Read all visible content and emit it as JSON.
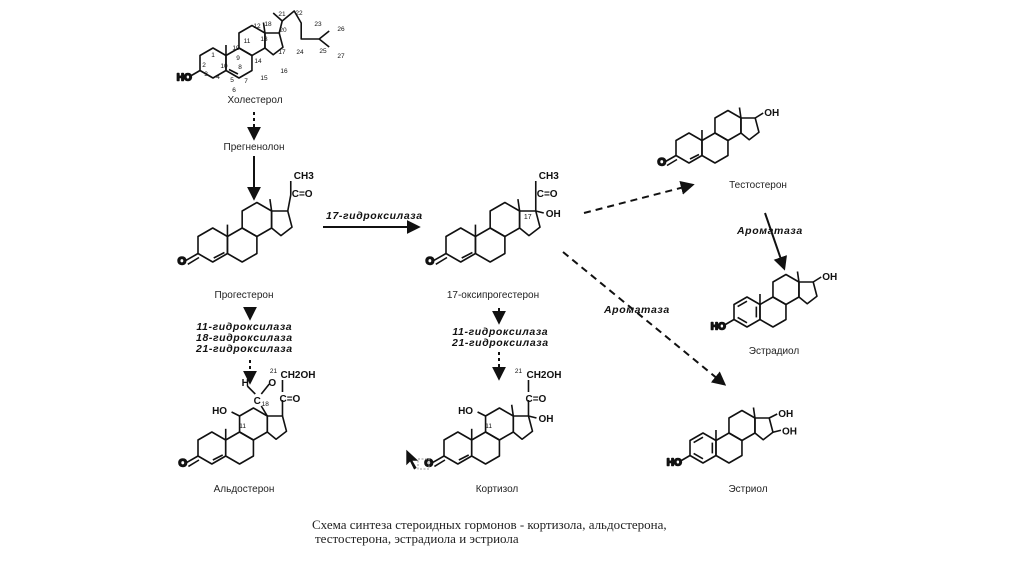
{
  "diagram": {
    "title_caption": {
      "line1": "Схема синтеза стероидных гормонов - кортизола, альдостерона,",
      "line2": "тестостерона, эстрадиола и эстриола"
    },
    "compounds": {
      "cholesterol": {
        "name": "Холестерол",
        "substituents": [
          "HO"
        ],
        "atom_numbers": [
          "1",
          "2",
          "3",
          "4",
          "5",
          "6",
          "7",
          "8",
          "9",
          "10",
          "11",
          "12",
          "13",
          "14",
          "15",
          "16",
          "17",
          "18",
          "19",
          "20",
          "21",
          "22",
          "23",
          "24",
          "25",
          "26",
          "27"
        ]
      },
      "pregnenolone": {
        "name": "Прегненолон"
      },
      "progesterone": {
        "name": "Прогестерон",
        "substituents": [
          "CH3",
          "C=O",
          "O"
        ]
      },
      "oxyprogesterone": {
        "name": "17-оксипрогестерон",
        "substituents": [
          "CH3",
          "C=O",
          "OH",
          "O"
        ],
        "atom_label": "17"
      },
      "testosterone": {
        "name": "Тестостерон",
        "substituents": [
          "OH",
          "O"
        ]
      },
      "estradiol": {
        "name": "Эстрадиол",
        "substituents": [
          "OH",
          "HO"
        ]
      },
      "estriol": {
        "name": "Эстриол",
        "substituents": [
          "OH",
          "OH",
          "HO"
        ]
      },
      "aldosterone": {
        "name": "Альдостерон",
        "substituents": [
          "CH2OH",
          "C=O",
          "HO",
          "H",
          "O",
          "O"
        ],
        "atom_labels": [
          "21",
          "18",
          "11"
        ]
      },
      "cortisol": {
        "name": "Кортизол",
        "substituents": [
          "CH2OH",
          "C=O",
          "HO",
          "OH",
          "O"
        ],
        "atom_labels": [
          "21",
          "11"
        ]
      }
    },
    "enzymes": {
      "hydroxylase17": "17-гидроксилаза",
      "aldo_enzymes": [
        "11-гидроксилаза",
        "18-гидроксилаза",
        "21-гидроксилаза"
      ],
      "cort_enzymes": [
        "11-гидроксилаза",
        "21-гидроксилаза"
      ],
      "aromatase_1": "Ароматаза",
      "aromatase_2": "Ароматаза"
    },
    "arrows": [
      {
        "from": "cholesterol",
        "to": "pregnenolone",
        "style": "dotted"
      },
      {
        "from": "pregnenolone",
        "to": "progesterone",
        "style": "solid"
      },
      {
        "from": "progesterone",
        "to": "oxyprogesterone",
        "style": "solid",
        "enzyme": "17-гидроксилаза"
      },
      {
        "from": "progesterone",
        "to": "aldosterone",
        "style": "dotted"
      },
      {
        "from": "oxyprogesterone",
        "to": "cortisol",
        "style": "dotted"
      },
      {
        "from": "oxyprogesterone",
        "to": "testosterone",
        "style": "dashed"
      },
      {
        "from": "oxyprogesterone",
        "to": "estriol",
        "style": "dashed",
        "enzyme": "Ароматаза"
      },
      {
        "from": "testosterone",
        "to": "estradiol",
        "style": "solid",
        "enzyme": "Ароматаза"
      }
    ]
  }
}
